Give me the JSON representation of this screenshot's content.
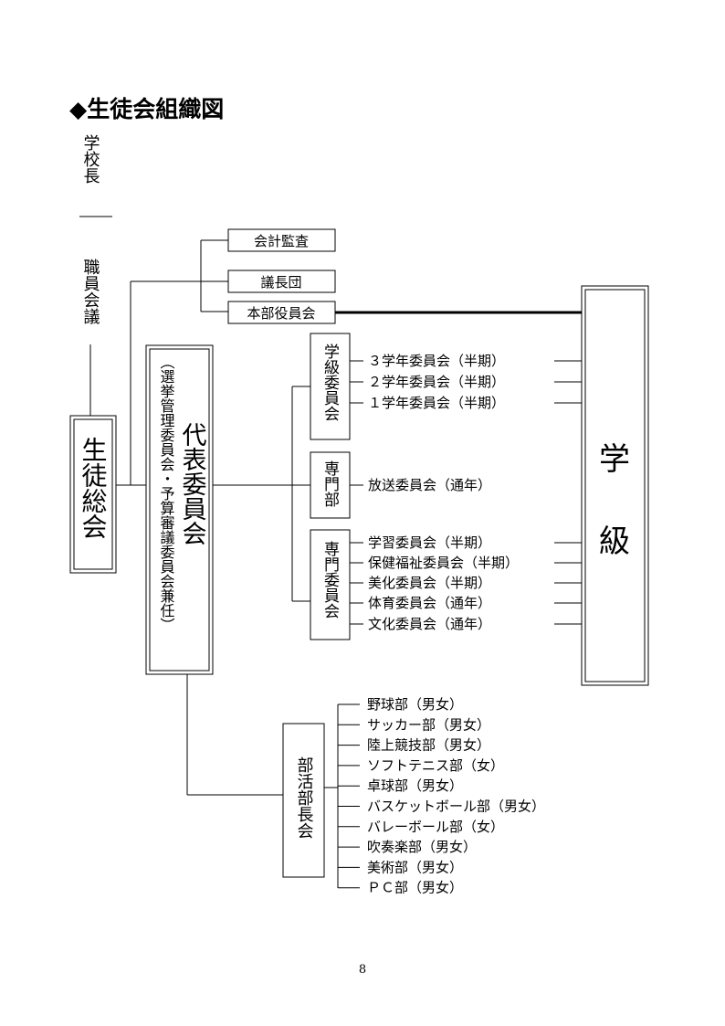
{
  "title": "◆生徒会組織図",
  "principal": "学校長",
  "staff_meeting": "職員会議",
  "general_assembly": "生徒総会",
  "top_boxes": [
    "会計監査",
    "議長団",
    "本部役員会"
  ],
  "council": {
    "main": "代表委員会",
    "sub": "（選挙管理委員会・予算審議委員会兼任）"
  },
  "class_label": "学級",
  "groups": [
    {
      "label": "学級委員会",
      "items": [
        "３学年委員会（半期）",
        "２学年委員会（半期）",
        "１学年委員会（半期）"
      ]
    },
    {
      "label": "専門部",
      "items": [
        "放送委員会（通年）"
      ]
    },
    {
      "label": "専門委員会",
      "items": [
        "学習委員会（半期）",
        "保健福祉委員会（半期）",
        "美化委員会（半期）",
        "体育委員会（通年）",
        "文化委員会（通年）"
      ]
    }
  ],
  "club_council": "部活部長会",
  "clubs": [
    "野球部（男女）",
    "サッカー部（男女）",
    "陸上競技部（男女）",
    "ソフトテニス部（女）",
    "卓球部（男女）",
    "バスケットボール部（男女）",
    "バレーボール部（女）",
    "吹奏楽部（男女）",
    "美術部（男女）",
    "ＰＣ部（男女）"
  ],
  "page_number": "8"
}
